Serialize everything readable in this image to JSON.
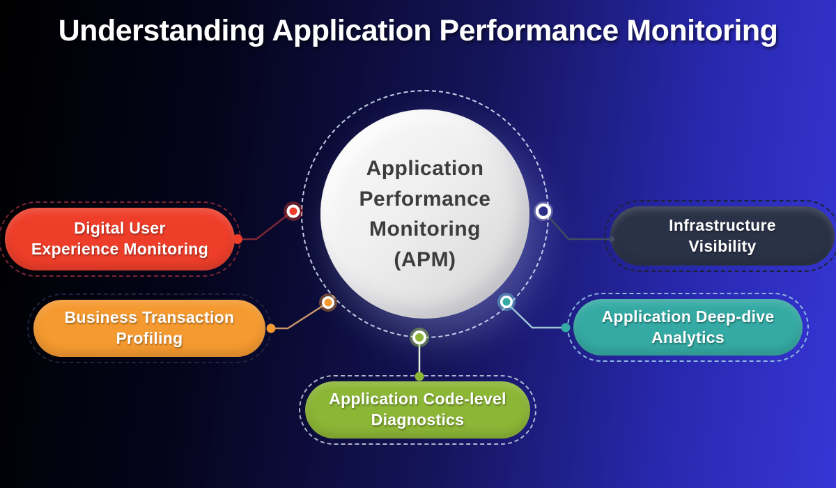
{
  "title": "Understanding Application Performance Monitoring",
  "center": {
    "label": "Application\nPerformance\nMonitoring\n(APM)",
    "fill": "#ededed",
    "text_color": "#3c3c3e"
  },
  "nodes": [
    {
      "id": "digital-user-experience-monitoring",
      "label": "Digital User\nExperience Monitoring",
      "color": "#ee3e2a",
      "position": "upper-left"
    },
    {
      "id": "business-transaction-profiling",
      "label": "Business Transaction\nProfiling",
      "color": "#f59a30",
      "position": "lower-left"
    },
    {
      "id": "application-code-level-diagnostics",
      "label": "Application Code-level\nDiagnostics",
      "color": "#8cb636",
      "position": "bottom-center"
    },
    {
      "id": "application-deep-dive-analytics",
      "label": "Application Deep-dive\nAnalytics",
      "color": "#35aaa4",
      "position": "lower-right"
    },
    {
      "id": "infrastructure-visibility",
      "label": "Infrastructure\nVisibility",
      "color": "#2a3247",
      "position": "upper-right"
    }
  ],
  "palette": {
    "background_left": "#000000",
    "background_right": "#3636d6",
    "title_text": "#ffffff",
    "dashed_ring": "#e6eeff",
    "connector_red": "#7c2836",
    "connector_orange": "#c9946a",
    "connector_green": "#e8eede",
    "connector_teal": "#9ec6d8",
    "connector_navy": "#434c60",
    "node_ring": "#ffffff"
  }
}
